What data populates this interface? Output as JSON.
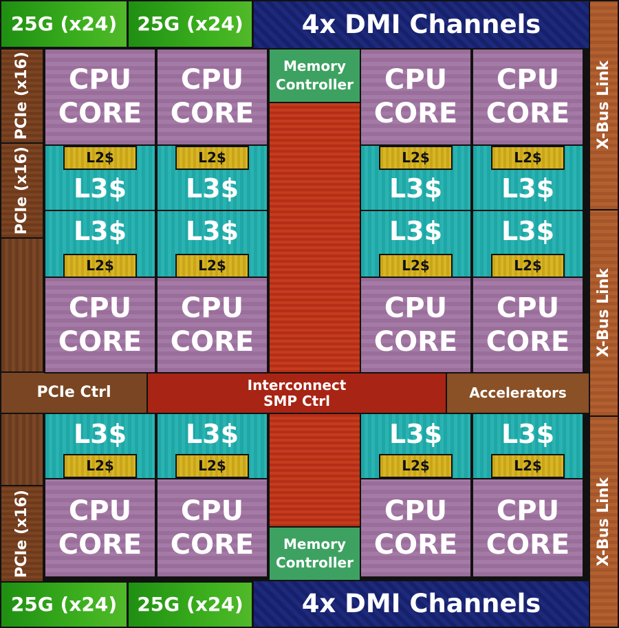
{
  "title": "POWER9 die floorplan",
  "labels": {
    "serdes": "25G (x24)",
    "dmi": "4x DMI Channels",
    "xbus": "X-Bus Link",
    "pcie": "PCIe\n(x16)",
    "pcie_ctrl": "PCIe Ctrl",
    "cpu_core": "CPU\nCORE",
    "l3": "L3$",
    "l2": "L2$",
    "memory_controller": "Memory\nController",
    "interconnect": "Interconnect\nSMP Ctrl",
    "accelerators": "Accelerators"
  },
  "colors": {
    "serdes": "#2fa01a",
    "dmi": "#1b2777",
    "xbus": "#ab5a2c",
    "pcie": "#744020",
    "cpu_core": "#a074a0",
    "l3": "#25acab",
    "l2": "#d0ae1f",
    "memory_controller": "#3da261",
    "interconnect": "#b8321a"
  }
}
